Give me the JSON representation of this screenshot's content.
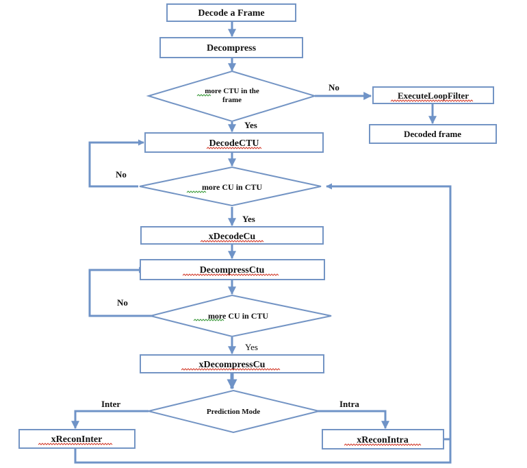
{
  "nodes": {
    "decode_frame": "Decode a Frame",
    "decompress": "Decompress",
    "more_ctu_line1": "more CTU in the",
    "more_ctu_line2": "frame",
    "execute_loop_filter": "ExecuteLoopFilter",
    "decoded_frame": "Decoded frame",
    "decode_ctu": "DecodeCTU",
    "more_cu_1": "more CU in CTU",
    "xdecode_cu": "xDecodeCu",
    "decompress_ctu": "DecompressCtu",
    "more_cu_2": "more CU in CTU",
    "xdecompress_cu": "xDecompressCu",
    "prediction_mode": "Prediction Mode",
    "xrecon_inter": "xReconInter",
    "xrecon_intra": "xReconIntra"
  },
  "edges": {
    "no_ctu": "No",
    "yes_ctu": "Yes",
    "no_cu_1": "No",
    "yes_cu_1": "Yes",
    "no_cu_2": "No",
    "yes_cu_2": "Yes",
    "inter": "Inter",
    "intra": "Intra"
  },
  "colors": {
    "connector": "#6f93c7",
    "box_border": "#7394c4",
    "spellcheck_red": "#d23a2a",
    "spellcheck_green": "#3a9a3a"
  }
}
